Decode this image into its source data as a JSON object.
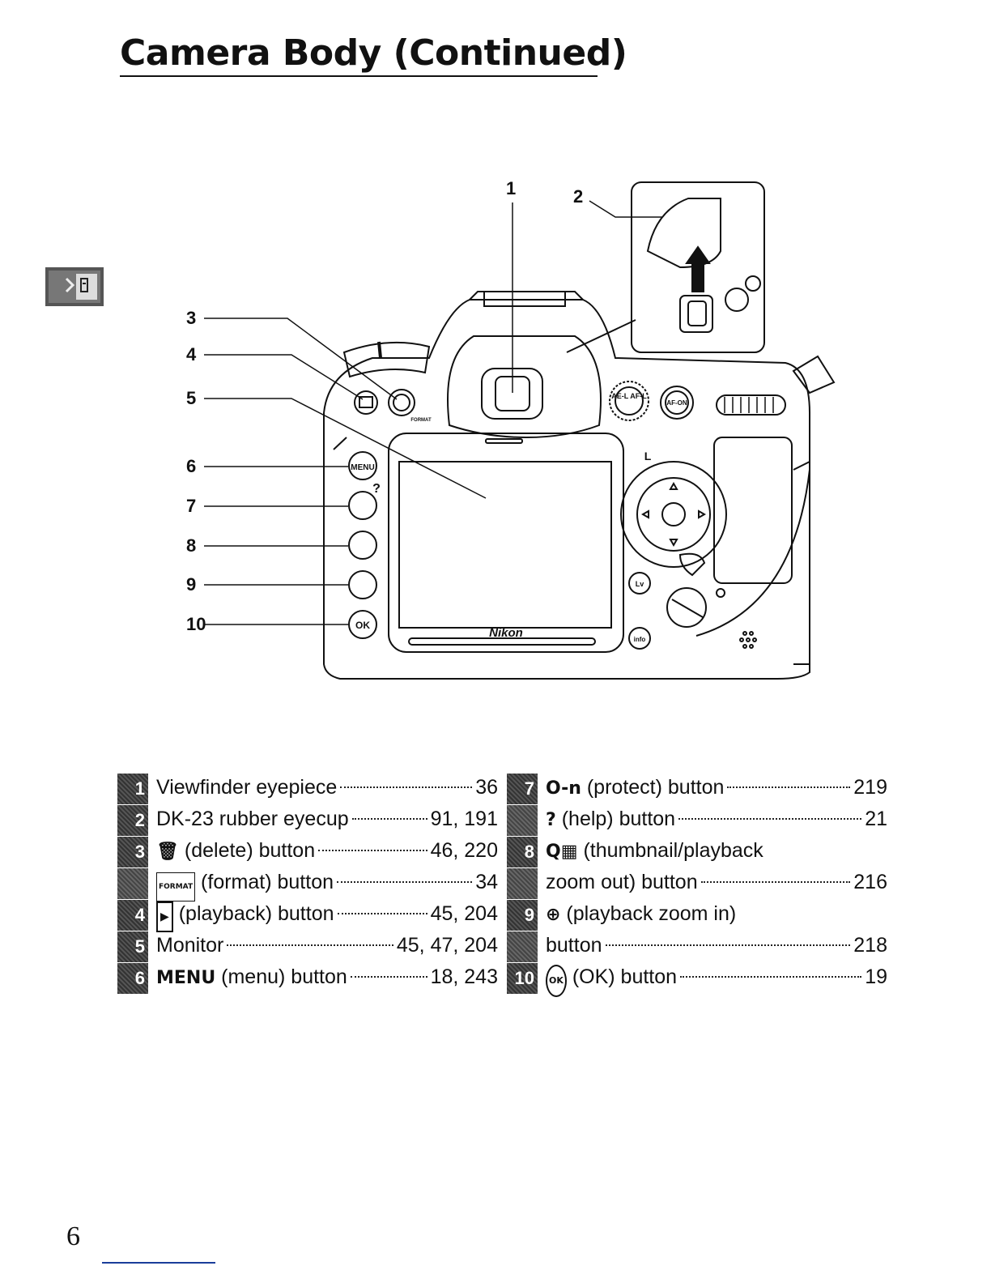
{
  "page": {
    "title": "Camera Body (Continued)",
    "page_number": "6"
  },
  "diagram": {
    "brand": "Nikon",
    "callouts": [
      "1",
      "2",
      "3",
      "4",
      "5",
      "6",
      "7",
      "8",
      "9",
      "10"
    ],
    "button_labels": {
      "menu": "MENU",
      "ok": "OK",
      "ael": "AE-L AF-L",
      "afon": "AF-ON",
      "lv": "Lv",
      "info": "info",
      "help": "?",
      "lock": "L",
      "format": "FORMAT"
    }
  },
  "legend_left": [
    {
      "num": "1",
      "label": "Viewfinder eyepiece",
      "page": "36"
    },
    {
      "num": "2",
      "label": "DK-23 rubber eyecup",
      "page": "91, 191"
    },
    {
      "num": "3",
      "symbol": "🗑",
      "label": "(delete) button",
      "page": "46, 220"
    },
    {
      "num": "",
      "symbol": "FORMAT",
      "label": "(format) button",
      "page": "34"
    },
    {
      "num": "4",
      "symbol": "▶",
      "label": "(playback) button",
      "page": "45, 204"
    },
    {
      "num": "5",
      "label": "Monitor",
      "page": "45, 47, 204"
    },
    {
      "num": "6",
      "symbol": "MENU",
      "label": "(menu) button",
      "page": "18, 243"
    }
  ],
  "legend_right": [
    {
      "num": "7",
      "symbol": "O-n",
      "label": "(protect) button",
      "page": "219"
    },
    {
      "num": "",
      "symbol": "?",
      "label": "(help) button",
      "page": "21"
    },
    {
      "num": "8",
      "symbol": "Q▦",
      "label": "(thumbnail/playback",
      "page": ""
    },
    {
      "num": "",
      "label": "zoom out) button",
      "page": "216"
    },
    {
      "num": "9",
      "symbol": "⊕",
      "label": "(playback zoom in)",
      "page": ""
    },
    {
      "num": "",
      "label": "button",
      "page": "218"
    },
    {
      "num": "10",
      "symbol": "OK",
      "label": "(OK) button",
      "page": "19"
    }
  ]
}
